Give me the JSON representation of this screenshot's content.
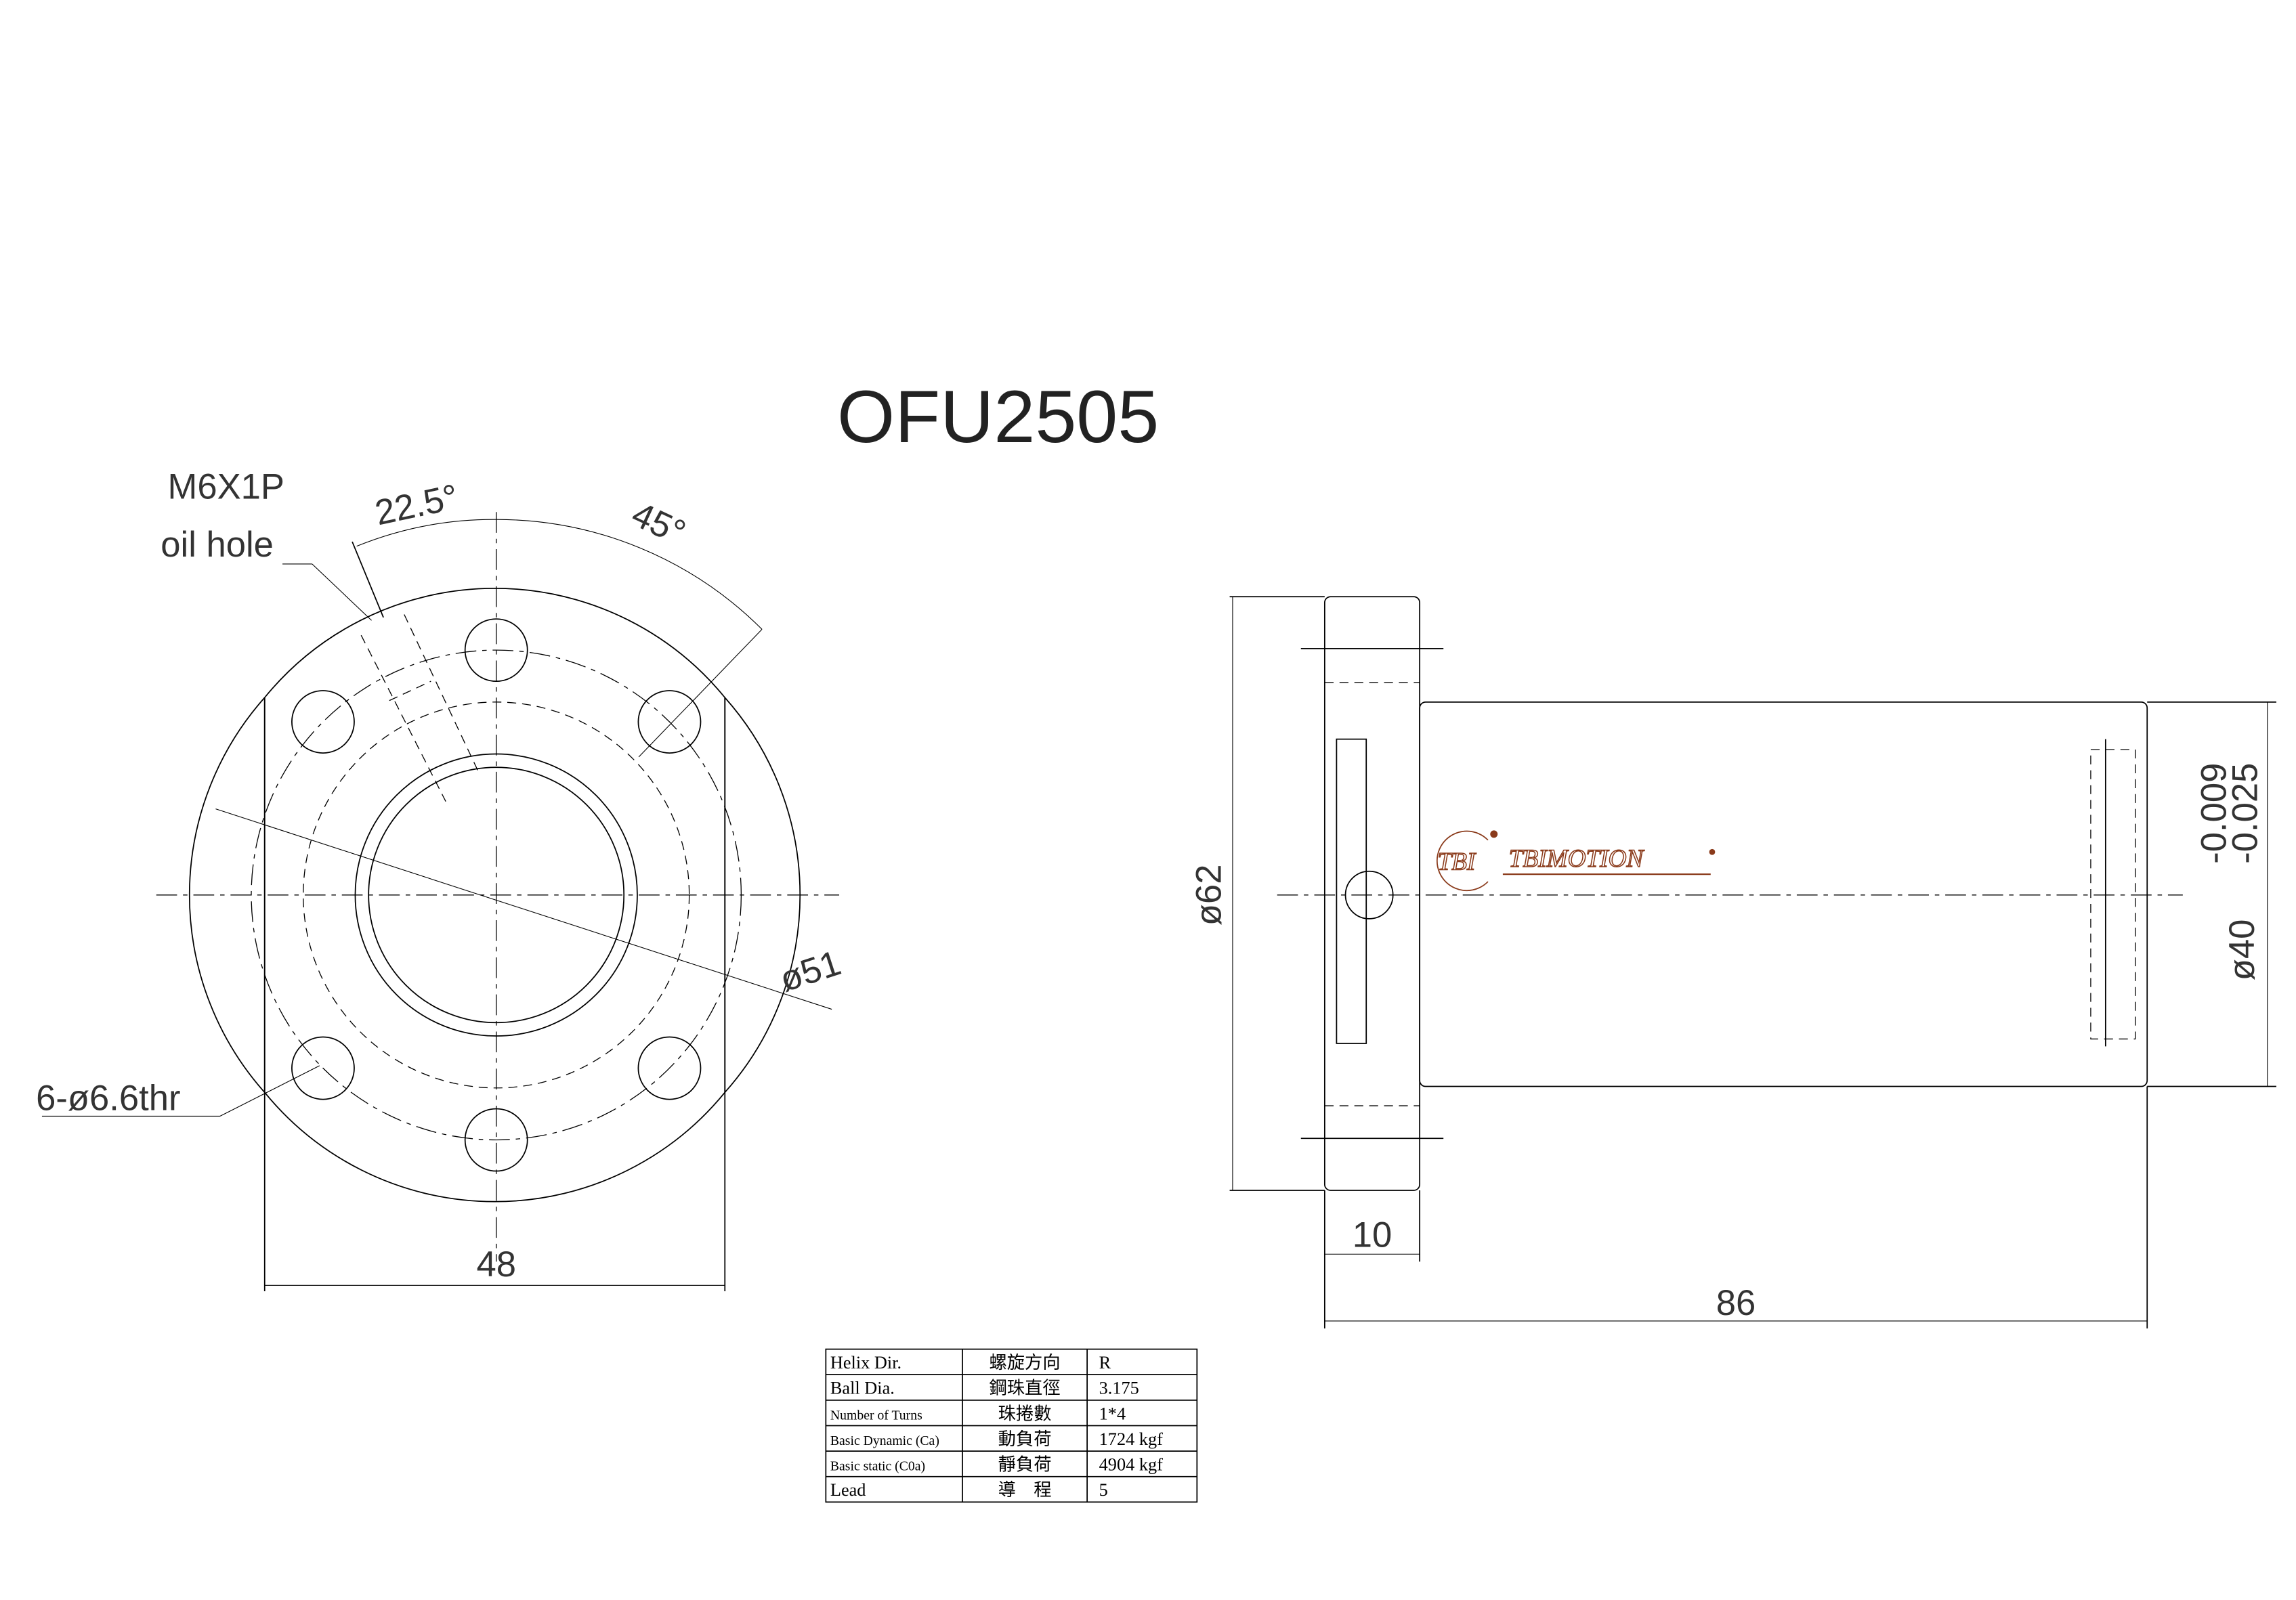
{
  "title": "OFU2505",
  "front_view": {
    "oil_hole_label_1": "M6X1P",
    "oil_hole_label_2": "oil hole",
    "angle_1": "22.5°",
    "angle_2": "45°",
    "pcd": "ø51",
    "holes": "6-ø6.6thr",
    "flat_width": "48"
  },
  "side_view": {
    "flange_dia": "ø62",
    "body_dia": "ø40",
    "body_tol_upper": "-0.009",
    "body_tol_lower": "-0.025",
    "flange_thickness": "10",
    "length": "86"
  },
  "logo": {
    "mark": "TBI",
    "name": "TBIMOTION",
    "color": "#8a3a1a"
  },
  "spec_table": [
    {
      "en": "Helix  Dir.",
      "zh": "螺旋方向",
      "value": "R"
    },
    {
      "en": "Ball Dia.",
      "zh": "鋼珠直徑",
      "value": "3.175"
    },
    {
      "en": "Number of Turns",
      "zh": "珠捲數",
      "value": "1*4"
    },
    {
      "en": "Basic Dynamic (Ca)",
      "zh": "動負荷",
      "value": "1724  kgf"
    },
    {
      "en": "Basic static (C0a)",
      "zh": "靜負荷",
      "value": "4904  kgf"
    },
    {
      "en": "Lead",
      "zh": "導　程",
      "value": "5"
    }
  ]
}
